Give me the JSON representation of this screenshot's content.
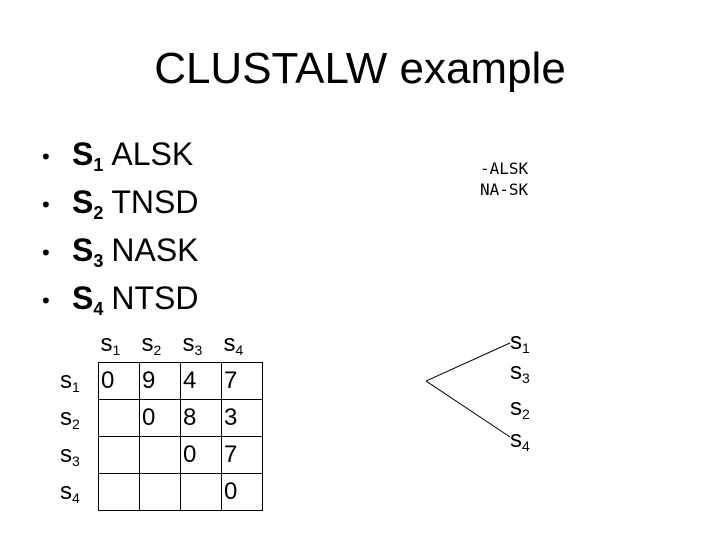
{
  "title": "CLUSTALW example",
  "sequences": [
    {
      "letter": "S",
      "index": "1",
      "seq": "ALSK"
    },
    {
      "letter": "S",
      "index": "2",
      "seq": "TNSD"
    },
    {
      "letter": "S",
      "index": "3",
      "seq": "NASK"
    },
    {
      "letter": "S",
      "index": "4",
      "seq": "NTSD"
    }
  ],
  "alignment": [
    "-ALSK",
    "NA-SK"
  ],
  "matrix": {
    "col_headers": [
      {
        "letter": "s",
        "index": "1"
      },
      {
        "letter": "s",
        "index": "2"
      },
      {
        "letter": "s",
        "index": "3"
      },
      {
        "letter": "s",
        "index": "4"
      }
    ],
    "rows": [
      {
        "letter": "s",
        "index": "1",
        "cells": [
          "0",
          "9",
          "4",
          "7"
        ]
      },
      {
        "letter": "s",
        "index": "2",
        "cells": [
          "",
          "0",
          "8",
          "3"
        ]
      },
      {
        "letter": "s",
        "index": "3",
        "cells": [
          "",
          "",
          "0",
          "7"
        ]
      },
      {
        "letter": "s",
        "index": "4",
        "cells": [
          "",
          "",
          "",
          "0"
        ]
      }
    ]
  },
  "tree": {
    "leaves": [
      {
        "letter": "s",
        "index": "1"
      },
      {
        "letter": "s",
        "index": "3"
      },
      {
        "letter": "s",
        "index": "2"
      },
      {
        "letter": "s",
        "index": "4"
      }
    ]
  }
}
